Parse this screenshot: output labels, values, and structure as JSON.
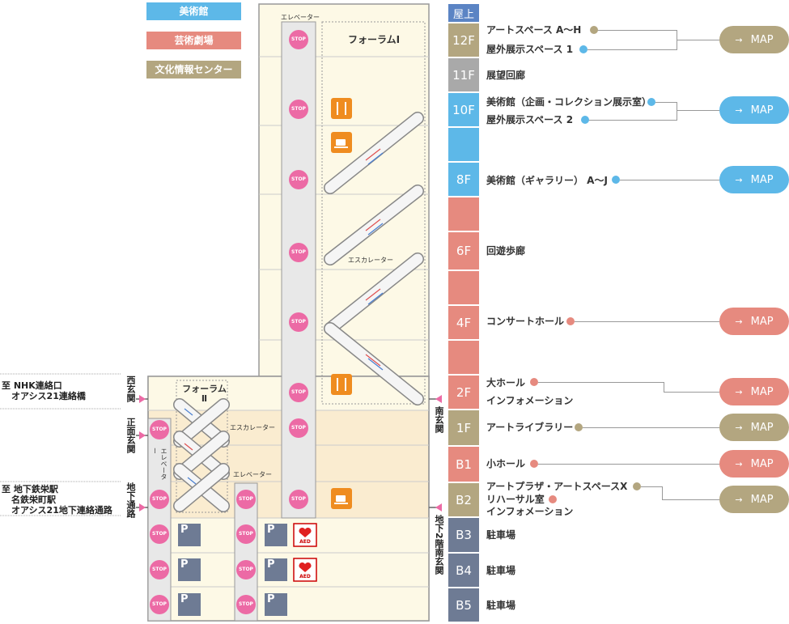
{
  "legend": [
    {
      "label": "美術館",
      "color": "#5db8e8"
    },
    {
      "label": "芸術劇場",
      "color": "#e68a7f"
    },
    {
      "label": "文化情報センター",
      "color": "#b3a680"
    }
  ],
  "building": {
    "forum1": "フォーラムⅠ",
    "forum2_line1": "フォーラム",
    "forum2_line2": "Ⅱ",
    "elevator_top": "エレベーター",
    "escalator_main": "エスカレーター",
    "escalator_left": "エスカレーター",
    "elevator_mid": "エレベーター",
    "elevator_left_vertical": "エレベーター",
    "stop": "STOP",
    "aed": "AED",
    "parking": "P"
  },
  "entrances": {
    "west": "西玄関",
    "main": "正面玄関",
    "underground": "地下通路",
    "south": "南玄関",
    "b2_south": "地下2階南玄関"
  },
  "access": [
    {
      "lines": [
        "至 NHK連絡口",
        "オアシス21連絡橋"
      ]
    },
    {
      "lines": [
        "至 地下鉄栄駅",
        "名鉄栄町駅",
        "オアシス21地下連絡通路"
      ]
    }
  ],
  "floors": [
    {
      "label": "屋上",
      "color": "#5b84c4"
    },
    {
      "label": "12F",
      "color": "#b3a680",
      "items": [
        "アートスペース A〜H",
        "屋外展示スペース 1"
      ]
    },
    {
      "label": "11F",
      "color": "#a9a9a9",
      "items": [
        "展望回廊"
      ]
    },
    {
      "label": "10F",
      "color": "#5db8e8",
      "items": [
        "美術館（企画・コレクション展示室）",
        "屋外展示スペース 2"
      ]
    },
    {
      "label": "",
      "color": "#5db8e8"
    },
    {
      "label": "8F",
      "color": "#5db8e8",
      "items": [
        "美術館（ギャラリー） A〜J"
      ]
    },
    {
      "label": "",
      "color": "#e68a7f"
    },
    {
      "label": "6F",
      "color": "#e68a7f",
      "items": [
        "回遊歩廊"
      ]
    },
    {
      "label": "",
      "color": "#e68a7f"
    },
    {
      "label": "4F",
      "color": "#e68a7f",
      "items": [
        "コンサートホール"
      ]
    },
    {
      "label": "",
      "color": "#e68a7f"
    },
    {
      "label": "2F",
      "color": "#e68a7f",
      "items": [
        "大ホール",
        "インフォメーション"
      ]
    },
    {
      "label": "1F",
      "color": "#b3a680",
      "items": [
        "アートライブラリー"
      ]
    },
    {
      "label": "B1",
      "color": "#e68a7f",
      "items": [
        "小ホール"
      ]
    },
    {
      "label": "B2",
      "color": "#b3a680",
      "items": [
        "アートプラザ・アートスペースX",
        "リハーサル室",
        "インフォメーション"
      ]
    },
    {
      "label": "B3",
      "color": "#6e7b94",
      "items": [
        "駐車場"
      ]
    },
    {
      "label": "B4",
      "color": "#6e7b94",
      "items": [
        "駐車場"
      ]
    },
    {
      "label": "B5",
      "color": "#6e7b94",
      "items": [
        "駐車場"
      ]
    }
  ],
  "map_label": "MAP",
  "map_arrow": "→",
  "colors": {
    "museum": "#5db8e8",
    "theater": "#e68a7f",
    "culture": "#b3a680",
    "parking": "#6e7b94",
    "stop": "#ec6aa5",
    "service": "#ef8c1f"
  }
}
